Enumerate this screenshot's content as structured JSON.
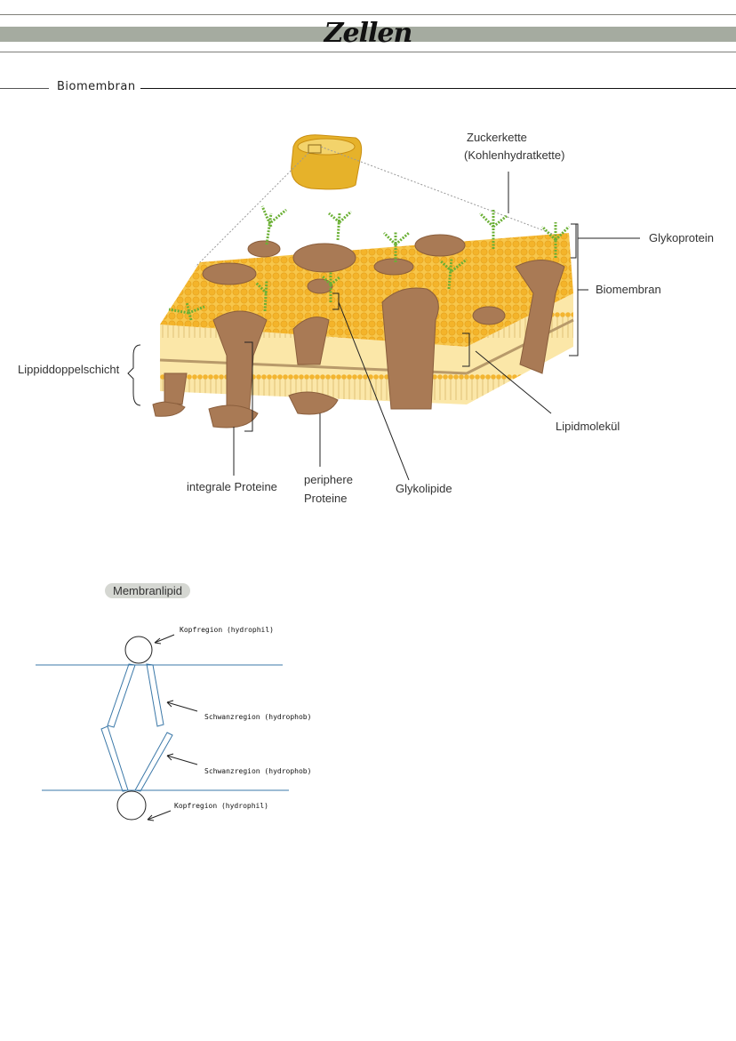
{
  "header": {
    "title": "Zellen"
  },
  "section": {
    "title": "Biomembran"
  },
  "figure1": {
    "labels": {
      "sugar_chain_1": "Zuckerkette",
      "sugar_chain_2": "(Kohlenhydratkette)",
      "glycoprotein": "Glykoprotein",
      "biomembrane": "Biomembran",
      "lipid_bilayer": "Lippiddoppelschicht",
      "lipid_molecule": "Lipidmolekül",
      "integral_proteins": "integrale Proteine",
      "peripheral_proteins_1": "periphere",
      "peripheral_proteins_2": "Proteine",
      "glycolipids": "Glykolipide"
    },
    "colors": {
      "lipid": "#f2b632",
      "protein": "#a97a55",
      "sugar": "#7cbf3e"
    }
  },
  "figure2": {
    "title": "Membranlipid",
    "labels": {
      "head_top": "Kopfregion  (hydrophil)",
      "tail_1": "Schwanzregion  (hydrophob)",
      "tail_2": "Schwanzregion  (hydrophob)",
      "head_bottom": "Kopfregion  (hydrophil)"
    },
    "line_color": "#3b78a8"
  }
}
